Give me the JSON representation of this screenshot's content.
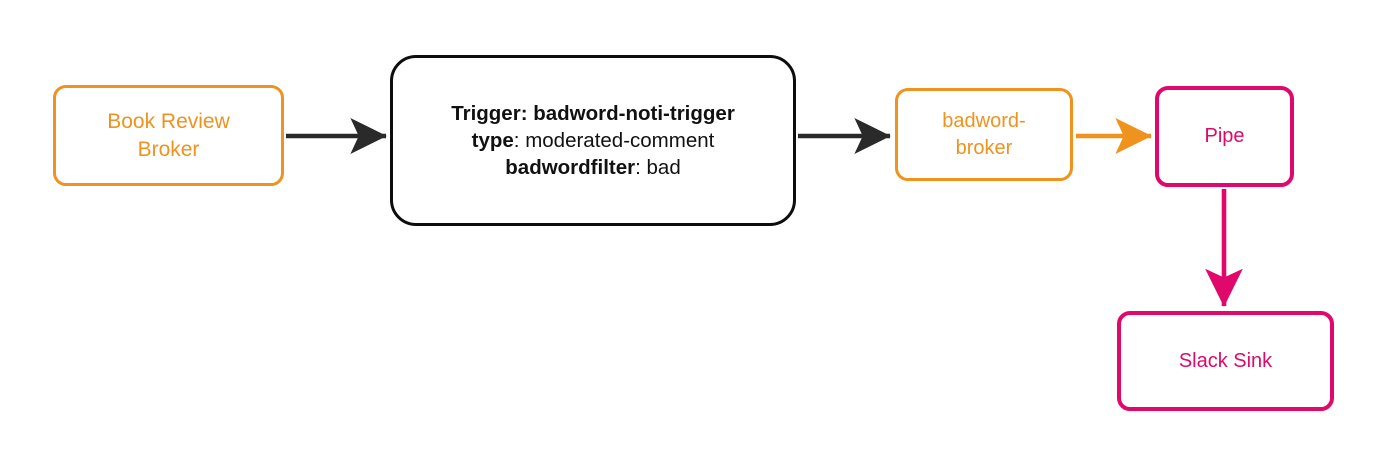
{
  "diagram": {
    "type": "flow-diagram",
    "background_color": "#ffffff",
    "colors": {
      "broker_orange": "#f0921e",
      "sink_magenta": "#e0086a",
      "trigger_black": "#0d0d0d",
      "arrow_dark": "#2a2a2a"
    }
  },
  "nodes": {
    "book_review_broker": {
      "label_line1": "Book Review",
      "label_line2": "Broker",
      "color": "#f0921e"
    },
    "trigger": {
      "line1_key": "Trigger:",
      "line1_value": "badword-noti-trigger",
      "line2_key": "type",
      "line2_separator": ": ",
      "line2_value": "moderated-comment",
      "line3_key": "badwordfilter",
      "line3_separator": ": ",
      "line3_value": "bad",
      "color": "#111111"
    },
    "badword_broker": {
      "label_line1": "badword-",
      "label_line2": "broker",
      "color": "#f0921e"
    },
    "pipe": {
      "label": "Pipe",
      "color": "#e0086a"
    },
    "slack_sink": {
      "label": "Slack Sink",
      "color": "#e0086a"
    }
  },
  "edges": [
    {
      "name": "book-review-broker-to-trigger",
      "from": "book_review_broker",
      "to": "trigger",
      "color": "#2a2a2a",
      "direction": "right"
    },
    {
      "name": "trigger-to-badword-broker",
      "from": "trigger",
      "to": "badword_broker",
      "color": "#2a2a2a",
      "direction": "right"
    },
    {
      "name": "badword-broker-to-pipe",
      "from": "badword_broker",
      "to": "pipe",
      "color": "#f0921e",
      "direction": "right"
    },
    {
      "name": "pipe-to-slack-sink",
      "from": "pipe",
      "to": "slack_sink",
      "color": "#e0086a",
      "direction": "down"
    }
  ]
}
